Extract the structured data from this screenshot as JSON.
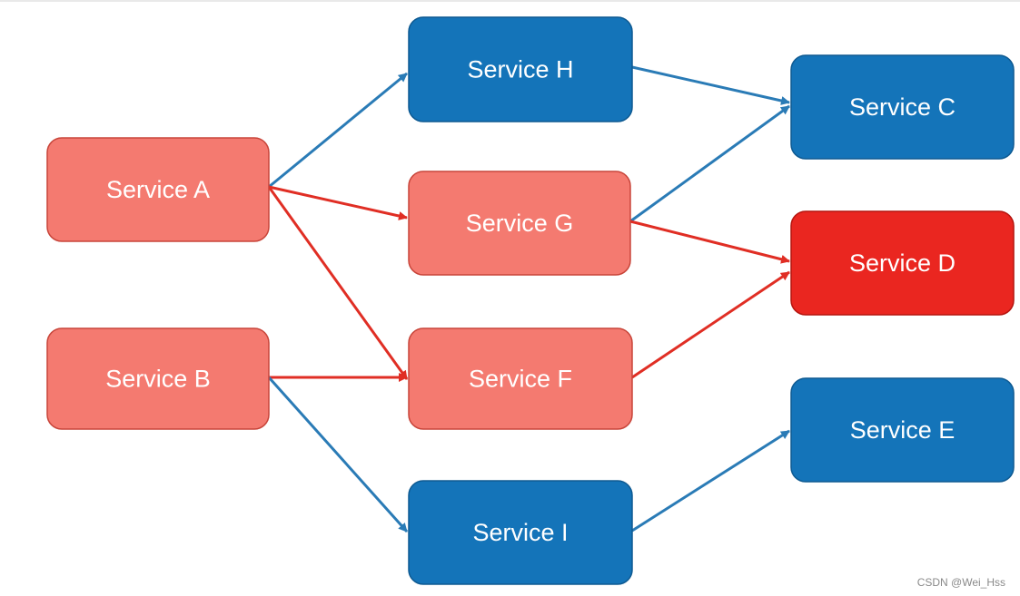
{
  "diagram": {
    "nodes": [
      {
        "id": "A",
        "label": "Service A",
        "status": "failing-upstream"
      },
      {
        "id": "B",
        "label": "Service B",
        "status": "failing-upstream"
      },
      {
        "id": "H",
        "label": "Service H",
        "status": "healthy"
      },
      {
        "id": "G",
        "label": "Service G",
        "status": "failing-upstream"
      },
      {
        "id": "F",
        "label": "Service F",
        "status": "failing-upstream"
      },
      {
        "id": "I",
        "label": "Service I",
        "status": "healthy"
      },
      {
        "id": "C",
        "label": "Service C",
        "status": "healthy"
      },
      {
        "id": "D",
        "label": "Service D",
        "status": "failed"
      },
      {
        "id": "E",
        "label": "Service E",
        "status": "healthy"
      }
    ],
    "edges": [
      {
        "from": "A",
        "to": "H",
        "color": "blue"
      },
      {
        "from": "A",
        "to": "G",
        "color": "red"
      },
      {
        "from": "A",
        "to": "F",
        "color": "red"
      },
      {
        "from": "B",
        "to": "F",
        "color": "red"
      },
      {
        "from": "B",
        "to": "I",
        "color": "blue"
      },
      {
        "from": "H",
        "to": "C",
        "color": "blue"
      },
      {
        "from": "G",
        "to": "C",
        "color": "blue"
      },
      {
        "from": "G",
        "to": "D",
        "color": "red"
      },
      {
        "from": "F",
        "to": "D",
        "color": "red"
      },
      {
        "from": "I",
        "to": "E",
        "color": "blue"
      }
    ]
  },
  "colors": {
    "healthy_fill": "#1474b9",
    "healthy_stroke": "#0e5a92",
    "failing_upstream_fill": "#f47a70",
    "failing_upstream_stroke": "#c8453a",
    "failed_fill": "#ea2620",
    "failed_stroke": "#b5150f",
    "edge_blue": "#2a7bb6",
    "edge_red": "#e02e24"
  },
  "watermark": "CSDN @Wei_Hss"
}
